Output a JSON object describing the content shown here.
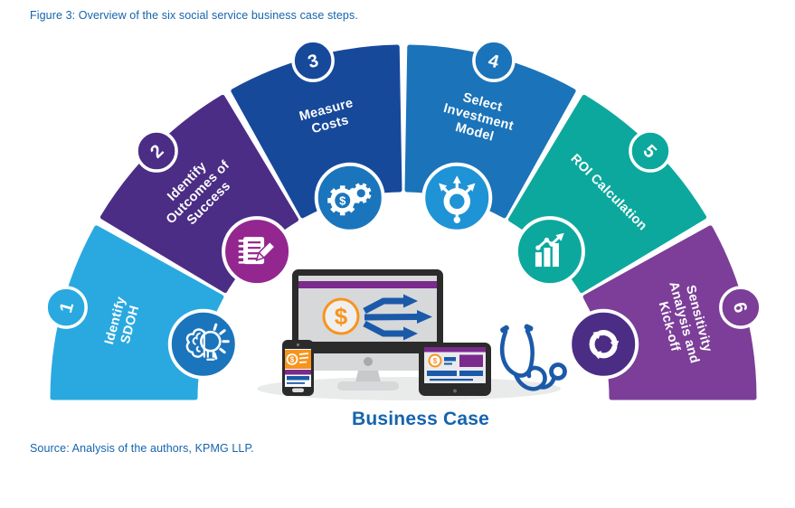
{
  "figure_title": "Figure 3: Overview of the six social service business case steps.",
  "source_note": "Source: Analysis of the authors, KPMG LLP.",
  "center_label": "Business Case",
  "colors": {
    "text_blue": "#1464AE",
    "white": "#FFFFFF"
  },
  "diagram": {
    "type": "semicircular-process",
    "currency_symbol": "$",
    "segments": [
      {
        "number": "1",
        "label_lines": [
          "Identify",
          "SDOH"
        ],
        "color": "#29A9E0",
        "icon": "brain-lightbulb-icon",
        "icon_color": "#1B75BC"
      },
      {
        "number": "2",
        "label_lines": [
          "Identify",
          "Outcomes of",
          "Success"
        ],
        "color": "#4B2D85",
        "icon": "notebook-pencil-icon",
        "icon_color": "#93278F"
      },
      {
        "number": "3",
        "label_lines": [
          "Measure",
          "Costs"
        ],
        "color": "#17499B",
        "icon": "gears-dollar-icon",
        "icon_color": "#1B75BC"
      },
      {
        "number": "4",
        "label_lines": [
          "Select",
          "Investment",
          "Model"
        ],
        "color": "#1B73B9",
        "icon": "branching-arrows-icon",
        "icon_color": "#1E93D5"
      },
      {
        "number": "5",
        "label_lines": [
          "ROI Calculation"
        ],
        "color": "#0CA89D",
        "icon": "growth-chart-icon",
        "icon_color": "#0CA89D"
      },
      {
        "number": "6",
        "label_lines": [
          "Sensitivity",
          "Analysis and",
          "Kick-off"
        ],
        "color": "#7C3E98",
        "icon": "cycle-arrows-icon",
        "icon_color": "#4B2D85"
      }
    ],
    "center_illustration": {
      "items": [
        "desktop-monitor",
        "smartphone",
        "tablet",
        "stethoscope"
      ],
      "monitor_frame": "#2B2B2B",
      "screen_gray": "#D7D8DA",
      "accent_purple": "#7B2A8D",
      "accent_orange": "#F7941E",
      "arrow_blue": "#1B5AA8",
      "stand_gray": "#C7C9CB",
      "shadow_gray": "#E9EAEA",
      "dot_gray": "#A8AAAD"
    }
  }
}
